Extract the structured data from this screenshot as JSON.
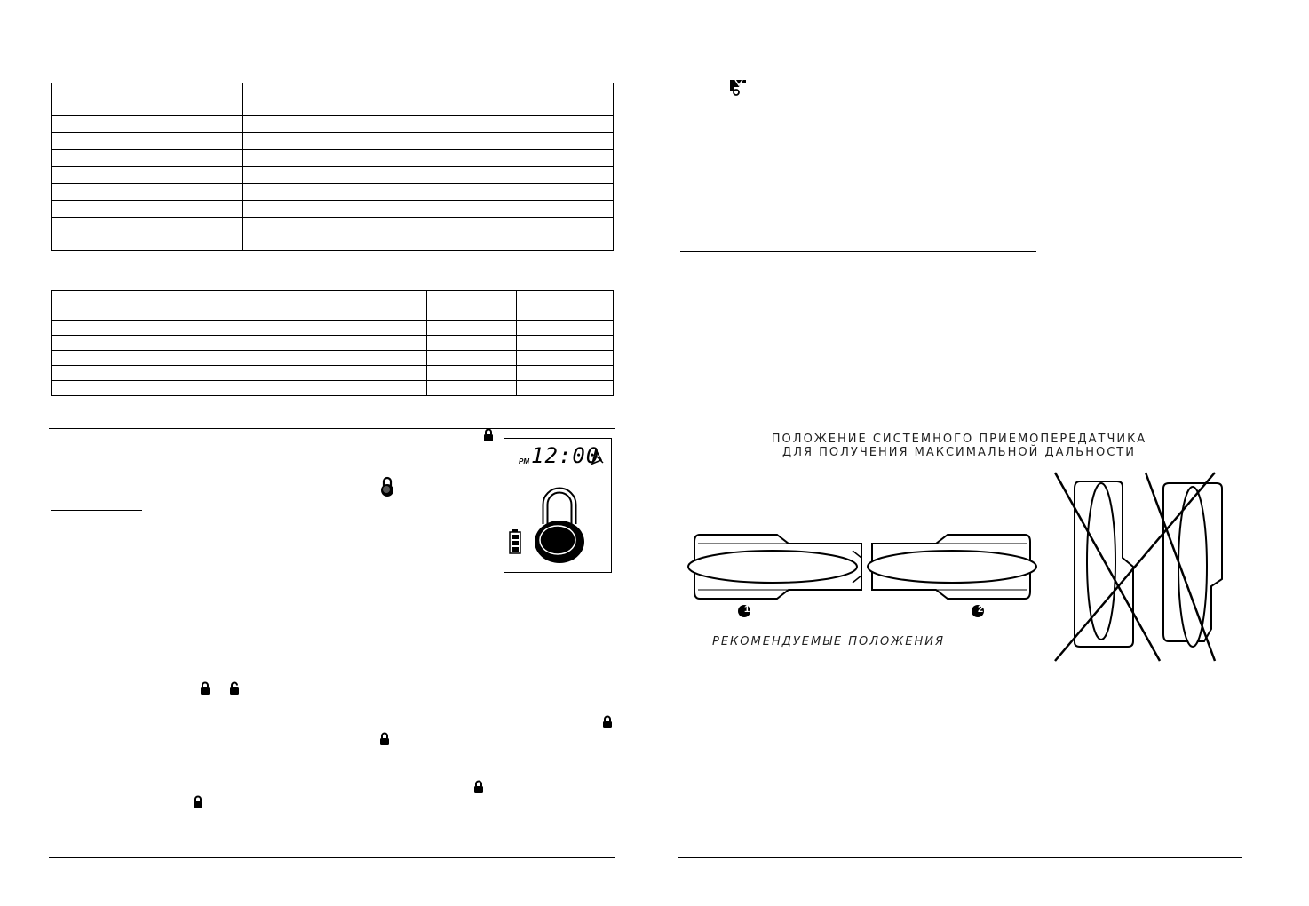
{
  "lcd": {
    "pm_label": "PM",
    "time": "12:00"
  },
  "figure": {
    "title_line1": "ПОЛОЖЕНИЕ  СИСТЕМНОГО  ПРИЕМОПЕРЕДАТЧИКА",
    "title_line2": "ДЛЯ ПОЛУЧЕНИЯ  МАКСИМАЛЬНОЙ  ДАЛЬНОСТИ",
    "marker_1": "1",
    "marker_2": "2",
    "recommended_caption": "РЕКОМЕНДУЕМЫЕ  ПОЛОЖЕНИЯ"
  },
  "tables": {
    "table1_rows": 10,
    "table2_rows": 6
  }
}
